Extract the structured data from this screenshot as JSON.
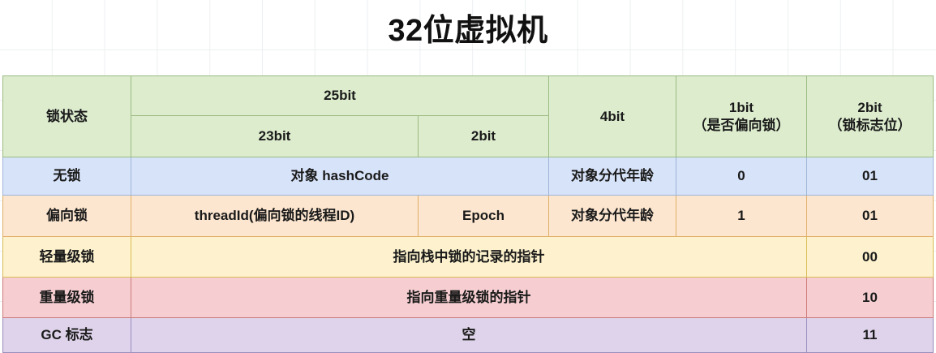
{
  "title": "32位虚拟机",
  "colors": {
    "header_green": "#dceccd",
    "header_border": "#9bbb83",
    "row_nolock": "#d7e3f9",
    "row_biased": "#fce6cf",
    "row_lightweight": "#fdf2cd",
    "row_heavyweight": "#f6ced1",
    "row_gc": "#ded3ea",
    "page_background": "#ffffff",
    "grid_line": "#eceff1",
    "text": "#1a1a1a"
  },
  "table": {
    "header": {
      "state_label": "锁状态",
      "group_25bit": "25bit",
      "sub_23bit": "23bit",
      "sub_2bit": "2bit",
      "col_4bit": "4bit",
      "col_1bit_line1": "1bit",
      "col_1bit_line2": "（是否偏向锁）",
      "col_2bit_line1": "2bit",
      "col_2bit_line2": "（锁标志位）"
    },
    "rows": [
      {
        "state": "无锁",
        "field_a": "对象 hashCode",
        "field_b": "",
        "age": "对象分代年龄",
        "biased_bit": "0",
        "lock_flag": "01"
      },
      {
        "state": "偏向锁",
        "field_a": "threadId(偏向锁的线程ID)",
        "field_b": "Epoch",
        "age": "对象分代年龄",
        "biased_bit": "1",
        "lock_flag": "01"
      },
      {
        "state": "轻量级锁",
        "field_wide": "指向栈中锁的记录的指针",
        "lock_flag": "00"
      },
      {
        "state": "重量级锁",
        "field_wide": "指向重量级锁的指针",
        "lock_flag": "10"
      },
      {
        "state": "GC 标志",
        "field_wide": "空",
        "lock_flag": "11"
      }
    ]
  }
}
